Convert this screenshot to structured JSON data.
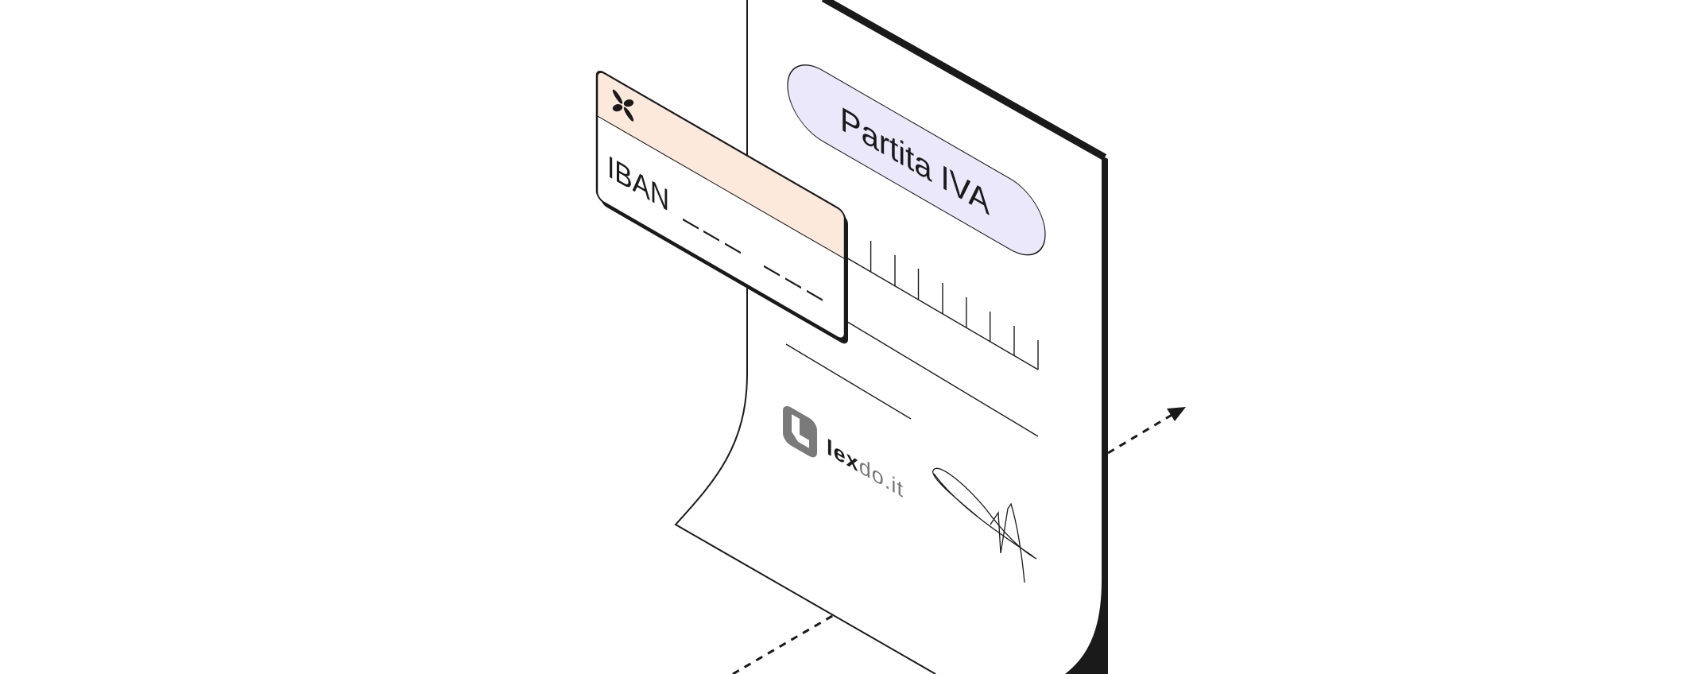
{
  "illustration": {
    "document": {
      "badge_label": "Partita IVA",
      "logo": {
        "brand_bold": "lex",
        "brand_light": "do.it"
      }
    },
    "card": {
      "label": "IBAN"
    },
    "colors": {
      "card_band": "#fde9dc",
      "badge_fill": "#ece8fb",
      "ink": "#1a1a1a",
      "logo_gray": "#7a7a7a"
    }
  }
}
